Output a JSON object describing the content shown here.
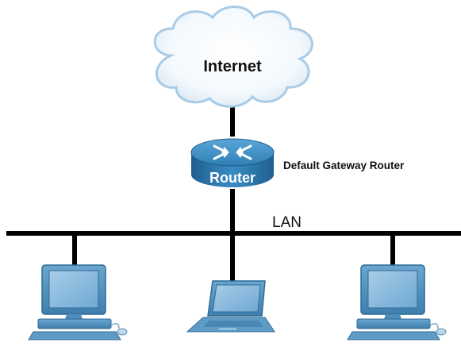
{
  "diagram": {
    "cloud": {
      "label": "Internet"
    },
    "router": {
      "icon_label": "Router",
      "caption": "Default Gateway Router"
    },
    "lan": {
      "label": "LAN"
    },
    "hosts": [
      {
        "type": "desktop-pc"
      },
      {
        "type": "laptop"
      },
      {
        "type": "desktop-pc"
      }
    ],
    "colors": {
      "line": "#000000",
      "cloud_stroke": "#a9cbe6",
      "router_body": "#2f7fb5",
      "device_body": "#5e9cc6",
      "device_screen": "#8fbedf"
    }
  }
}
